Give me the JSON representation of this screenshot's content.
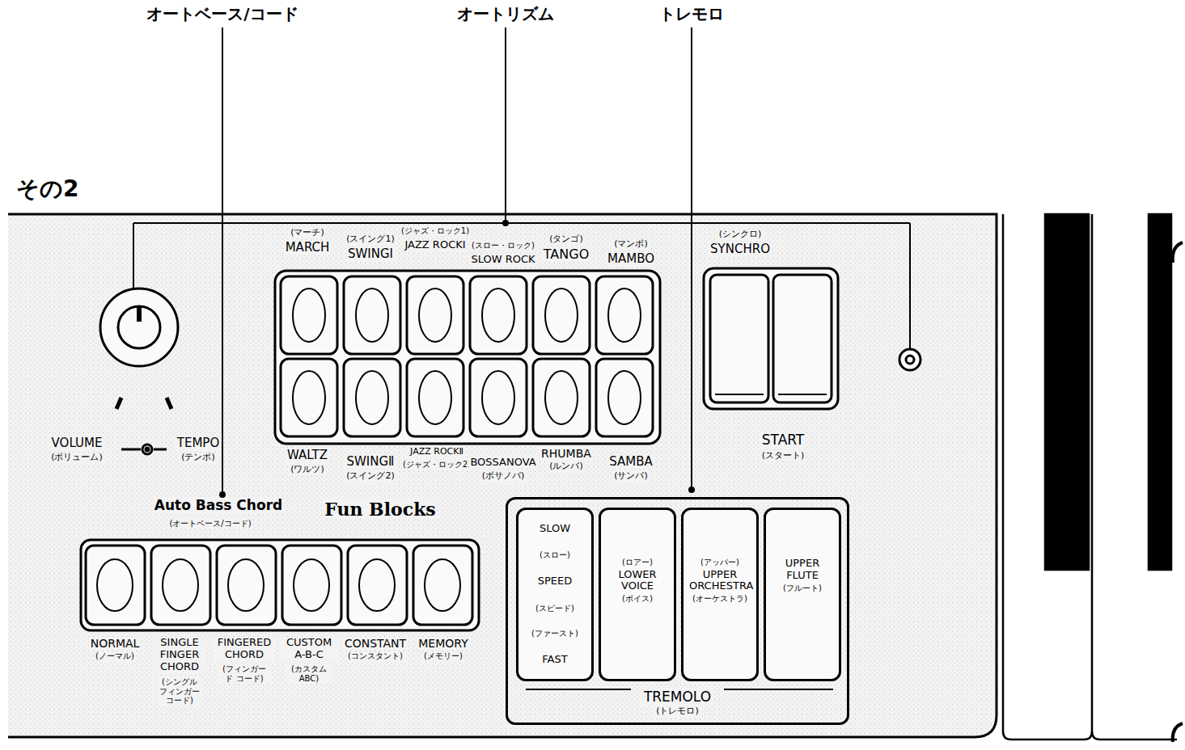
{
  "diagram": {
    "title": "その2",
    "nodes": [
      {
        "text": [
          "TREMOLO",
          "(トレモロ)"
        ]
      },
      {
        "text": [
          "SLOW",
          "(スロー)",
          "SPEED",
          "(スピード)",
          "(ファースト)",
          "FAST"
        ],
        "in": 0
      },
      {
        "text": [
          "(ロアー)",
          "LOWER VOICE",
          "(ボイス)"
        ],
        "in": 0
      },
      {
        "text": [
          "(アッパー)",
          "UPPER ORCHESTRA",
          "(オーケストラ)"
        ],
        "in": 0
      },
      {
        "text": [
          "UPPER FLUTE",
          "(フルート)"
        ],
        "in": 0
      }
    ],
    "labels": [
      "オートベース/コード",
      "オートリズム",
      "トレモロ",
      "(マーチ)",
      "MARCH",
      "(スイング1)",
      "SWINGⅠ",
      "(ジャズ・ロック1)",
      "JAZZ ROCKⅠ",
      "(スロー・ロック)",
      "SLOW ROCK",
      "(タンゴ)",
      "TANGO",
      "(マンボ)",
      "MAMBO",
      "(シンクロ)",
      "SYNCHRO",
      "VOLUME",
      "(ボリューム)",
      "TEMPO",
      "(テンポ)",
      "WALTZ",
      "(ワルツ)",
      "SWINGⅡ",
      "(スイング2)",
      "JAZZ ROCKⅡ",
      "(ジャズ・ロック2)",
      "BOSSANOVA",
      "(ボサノバ)",
      "RHUMBA",
      "(ルンバ)",
      "SAMBA",
      "(サンバ)",
      "START",
      "(スタート)",
      "Auto Bass Chord",
      "(オートベース/コード)",
      "Fun Blocks",
      "NORMAL",
      "(ノーマル)",
      "SINGLE FINGER CHORD",
      "(シングル フィンガー コード)",
      "FINGERED CHORD",
      "(フィンガード コード)",
      "CUSTOM A-B-C",
      "(カスタム ABC)",
      "CONSTANT",
      "(コンスタント)",
      "MEMORY",
      "(メモリー)"
    ]
  }
}
